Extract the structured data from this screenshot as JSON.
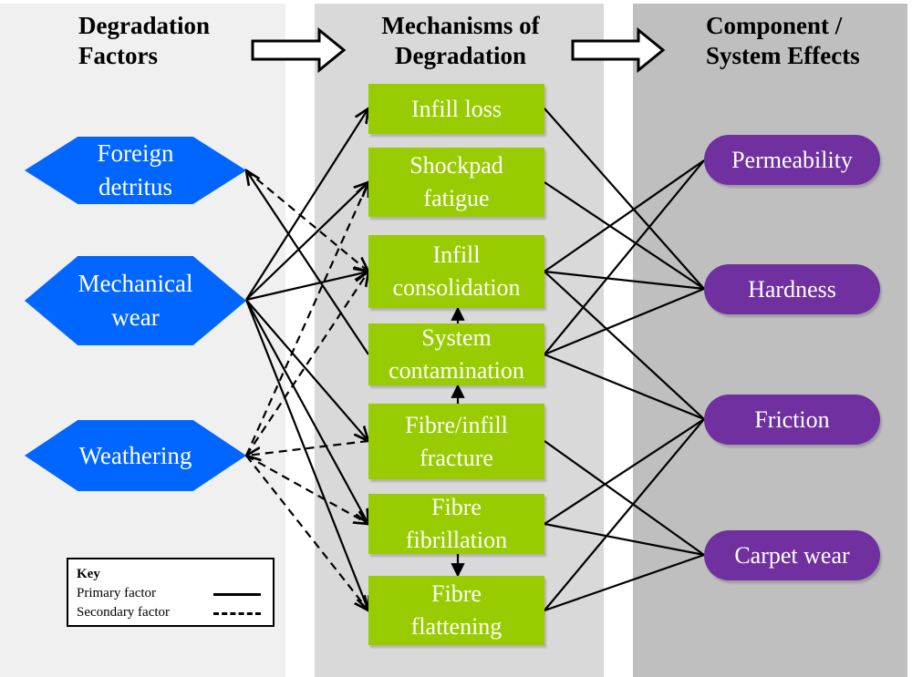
{
  "columns": {
    "factors": {
      "title_line1": "Degradation",
      "title_line2": "Factors"
    },
    "mechanisms": {
      "title_line1": "Mechanisms of",
      "title_line2": "Degradation"
    },
    "effects": {
      "title_line1": "Component /",
      "title_line2": "System Effects"
    }
  },
  "colors": {
    "factor": "#0066ff",
    "mechanism": "#99cc00",
    "effect": "#7030a0",
    "panel_left": "#f0f0f0",
    "panel_mid": "#d9d9d9",
    "panel_right": "#bfbfbf"
  },
  "factors": [
    {
      "id": "foreign",
      "line1": "Foreign",
      "line2": "detritus"
    },
    {
      "id": "mech",
      "line1": "Mechanical",
      "line2": "wear"
    },
    {
      "id": "weather",
      "line1": "Weathering",
      "line2": ""
    }
  ],
  "mechanisms": [
    {
      "id": "infill_loss",
      "line1": "Infill loss",
      "line2": ""
    },
    {
      "id": "shockpad",
      "line1": "Shockpad",
      "line2": "fatigue"
    },
    {
      "id": "consolidation",
      "line1": "Infill",
      "line2": "consolidation"
    },
    {
      "id": "contamination",
      "line1": "System",
      "line2": "contamination"
    },
    {
      "id": "fracture",
      "line1": "Fibre/infill",
      "line2": "fracture"
    },
    {
      "id": "fibrillation",
      "line1": "Fibre",
      "line2": "fibrillation"
    },
    {
      "id": "flattening",
      "line1": "Fibre",
      "line2": "flattening"
    }
  ],
  "effects": [
    {
      "id": "permeability",
      "label": "Permeability"
    },
    {
      "id": "hardness",
      "label": "Hardness"
    },
    {
      "id": "friction",
      "label": "Friction"
    },
    {
      "id": "carpet_wear",
      "label": "Carpet wear"
    }
  ],
  "links": {
    "factor_to_mechanism": [
      {
        "from": "mech",
        "to": "infill_loss",
        "type": "primary"
      },
      {
        "from": "mech",
        "to": "shockpad",
        "type": "primary"
      },
      {
        "from": "mech",
        "to": "consolidation",
        "type": "primary"
      },
      {
        "from": "mech",
        "to": "fracture",
        "type": "primary"
      },
      {
        "from": "mech",
        "to": "fibrillation",
        "type": "primary"
      },
      {
        "from": "mech",
        "to": "flattening",
        "type": "primary"
      },
      {
        "from": "contamination",
        "to": "foreign",
        "type": "primary"
      },
      {
        "from": "foreign",
        "to": "consolidation",
        "type": "secondary"
      },
      {
        "from": "weather",
        "to": "shockpad",
        "type": "secondary"
      },
      {
        "from": "weather",
        "to": "consolidation",
        "type": "secondary"
      },
      {
        "from": "fracture",
        "to": "weather",
        "type": "secondary"
      },
      {
        "from": "weather",
        "to": "fibrillation",
        "type": "secondary"
      },
      {
        "from": "weather",
        "to": "flattening",
        "type": "secondary"
      }
    ],
    "mechanism_to_mechanism": [
      {
        "from": "contamination",
        "to": "consolidation"
      },
      {
        "from": "fracture",
        "to": "contamination"
      },
      {
        "from": "fibrillation",
        "to": "flattening"
      }
    ],
    "mechanism_to_effect": [
      {
        "from": "infill_loss",
        "to": "hardness"
      },
      {
        "from": "shockpad",
        "to": "hardness"
      },
      {
        "from": "consolidation",
        "to": "permeability"
      },
      {
        "from": "consolidation",
        "to": "hardness"
      },
      {
        "from": "consolidation",
        "to": "friction"
      },
      {
        "from": "contamination",
        "to": "permeability"
      },
      {
        "from": "contamination",
        "to": "hardness"
      },
      {
        "from": "contamination",
        "to": "friction"
      },
      {
        "from": "fracture",
        "to": "carpet_wear"
      },
      {
        "from": "fibrillation",
        "to": "friction"
      },
      {
        "from": "fibrillation",
        "to": "carpet_wear"
      },
      {
        "from": "flattening",
        "to": "friction"
      },
      {
        "from": "flattening",
        "to": "carpet_wear"
      }
    ]
  },
  "key": {
    "title": "Key",
    "primary_label": "Primary factor",
    "secondary_label": "Secondary factor"
  }
}
